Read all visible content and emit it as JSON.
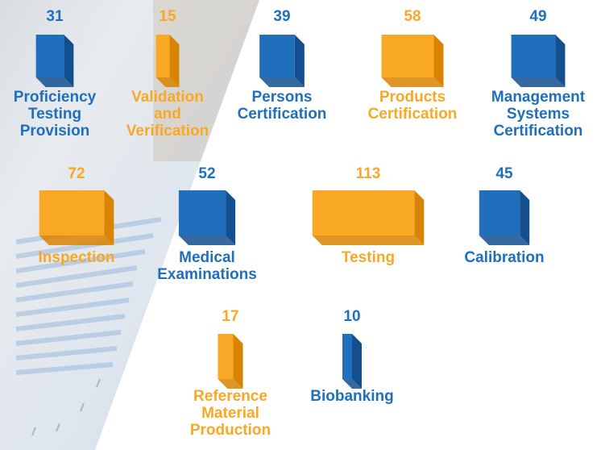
{
  "chart_data": {
    "type": "bar",
    "categories": [
      "Proficiency\nTesting\nProvision",
      "Validation\nand\nVerification",
      "Persons\nCertification",
      "Products\nCertification",
      "Management\nSystems\nCertification",
      "Inspection",
      "Medical\nExaminations",
      "Testing",
      "Calibration",
      "Reference\nMaterial\nProduction",
      "Biobanking"
    ],
    "values": [
      31,
      15,
      39,
      58,
      49,
      72,
      52,
      113,
      45,
      17,
      10
    ],
    "colors": [
      "#1f6fbd",
      "#f9a825",
      "#1f6fbd",
      "#f9a825",
      "#1f6fbd",
      "#f9a825",
      "#1f6fbd",
      "#f9a825",
      "#1f6fbd",
      "#f9a825",
      "#1f6fbd"
    ]
  },
  "colors": {
    "blue": "#1f6fbd",
    "blue_dark": "#134f8f",
    "orange": "#f9a825",
    "orange_dark": "#d88400"
  }
}
